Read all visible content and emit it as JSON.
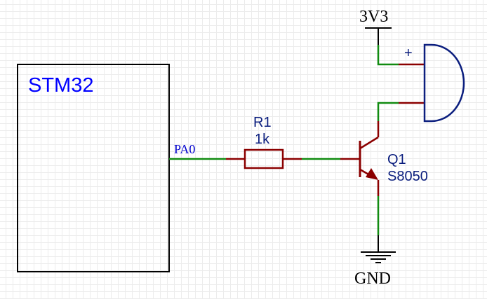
{
  "schematic": {
    "mcu": {
      "label": "STM32",
      "pin": "PA0"
    },
    "resistor": {
      "ref": "R1",
      "value": "1k"
    },
    "transistor": {
      "ref": "Q1",
      "value": "S8050"
    },
    "power": {
      "label": "3V3"
    },
    "ground": {
      "label": "GND"
    },
    "buzzer": {
      "plus_label": "+"
    }
  },
  "colors": {
    "wire": "#118b11",
    "component": "#8b0000",
    "outline": "#000000",
    "mcu_text": "#0000ff",
    "pin_text": "#0000cc",
    "ref_text": "#0b1e7e"
  }
}
